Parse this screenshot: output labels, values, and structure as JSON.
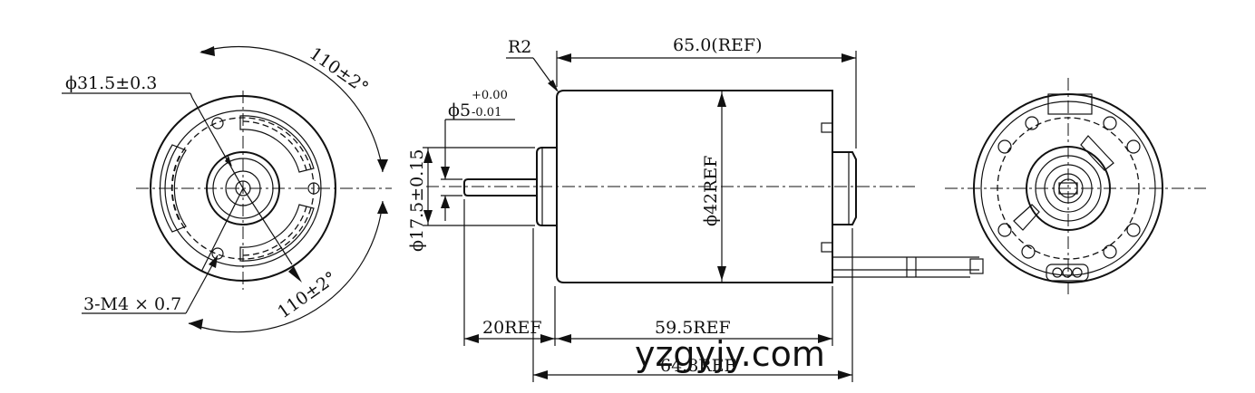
{
  "labels": {
    "bolt_circle_diameter": "ϕ31.5±0.3",
    "angle_top": "110±2°",
    "angle_bottom": "110±2°",
    "mount_holes": "3-M4 × 0.7",
    "corner_radius": "R2",
    "overall_length_ref": "65.0(REF)",
    "shaft_diameter": "ϕ5",
    "shaft_tol_upper": "+0.00",
    "shaft_tol_lower": "-0.01",
    "pilot_diameter": "ϕ17.5±0.15",
    "body_diameter": "ϕ42REF",
    "shaft_extension_ref": "20REF",
    "body_length_ref": "59.5REF",
    "partial_length_ref": "64.8REF"
  },
  "watermark": "yzgyjy.com"
}
